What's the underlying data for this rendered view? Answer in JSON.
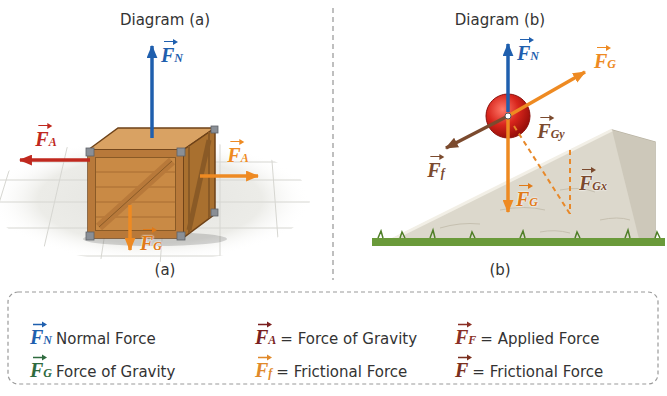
{
  "diagram": {
    "labels": [
      "Diagram (a)",
      "Diagram (b)",
      "FN",
      "FA",
      "FA",
      "FG",
      "(a)",
      "FN",
      "FG",
      "FGy",
      "Ff",
      "FGx",
      "FG",
      "(b)",
      "FN",
      "FA",
      "FF",
      "FG",
      "Ff",
      "F"
    ],
    "legend": [
      {
        "text": "Normal Force",
        "color": "#1f5fae"
      },
      {
        "text": "= Force of Gravity",
        "color": "#7a1f1f"
      },
      {
        "text": "= Applied Force",
        "color": "#8a2f25"
      },
      {
        "text": "Force of Gravity",
        "color": "#2f6b3f"
      },
      {
        "text": "= Frictional Force",
        "color": "#e0892a"
      },
      {
        "text": "= Frictional Force",
        "color": "#7a2f1e"
      }
    ]
  }
}
